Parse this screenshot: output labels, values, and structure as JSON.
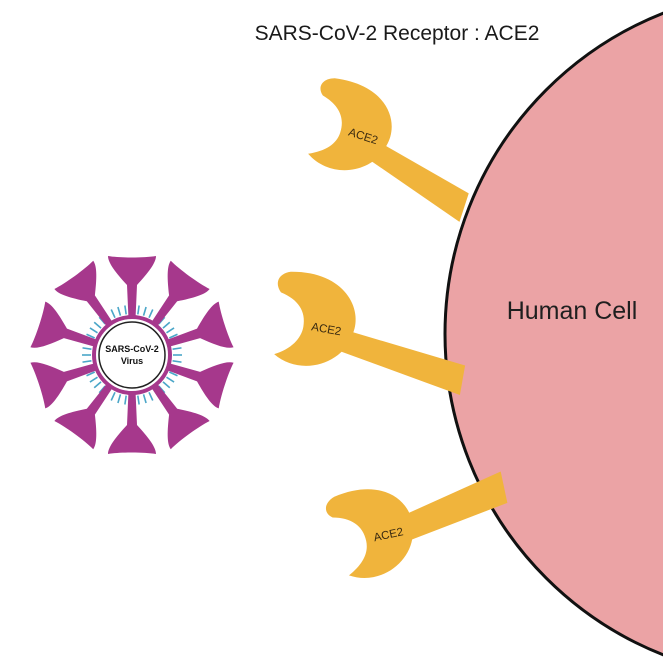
{
  "title": "SARS-CoV-2 Receptor : ACE2",
  "human_cell": {
    "label": "Human Cell",
    "color": "#eba3a5",
    "outline_color": "#111111"
  },
  "receptors": [
    {
      "label": "ACE2"
    },
    {
      "label": "ACE2"
    },
    {
      "label": "ACE2"
    }
  ],
  "receptor_color": "#f0b43c",
  "virus": {
    "label_line1": "SARS-CoV-2",
    "label_line2": "Virus",
    "spike_color": "#a6388c",
    "protein_color": "#e08560",
    "membrane_color": "#4aa6c8",
    "envelope_color": "#a6388c"
  }
}
